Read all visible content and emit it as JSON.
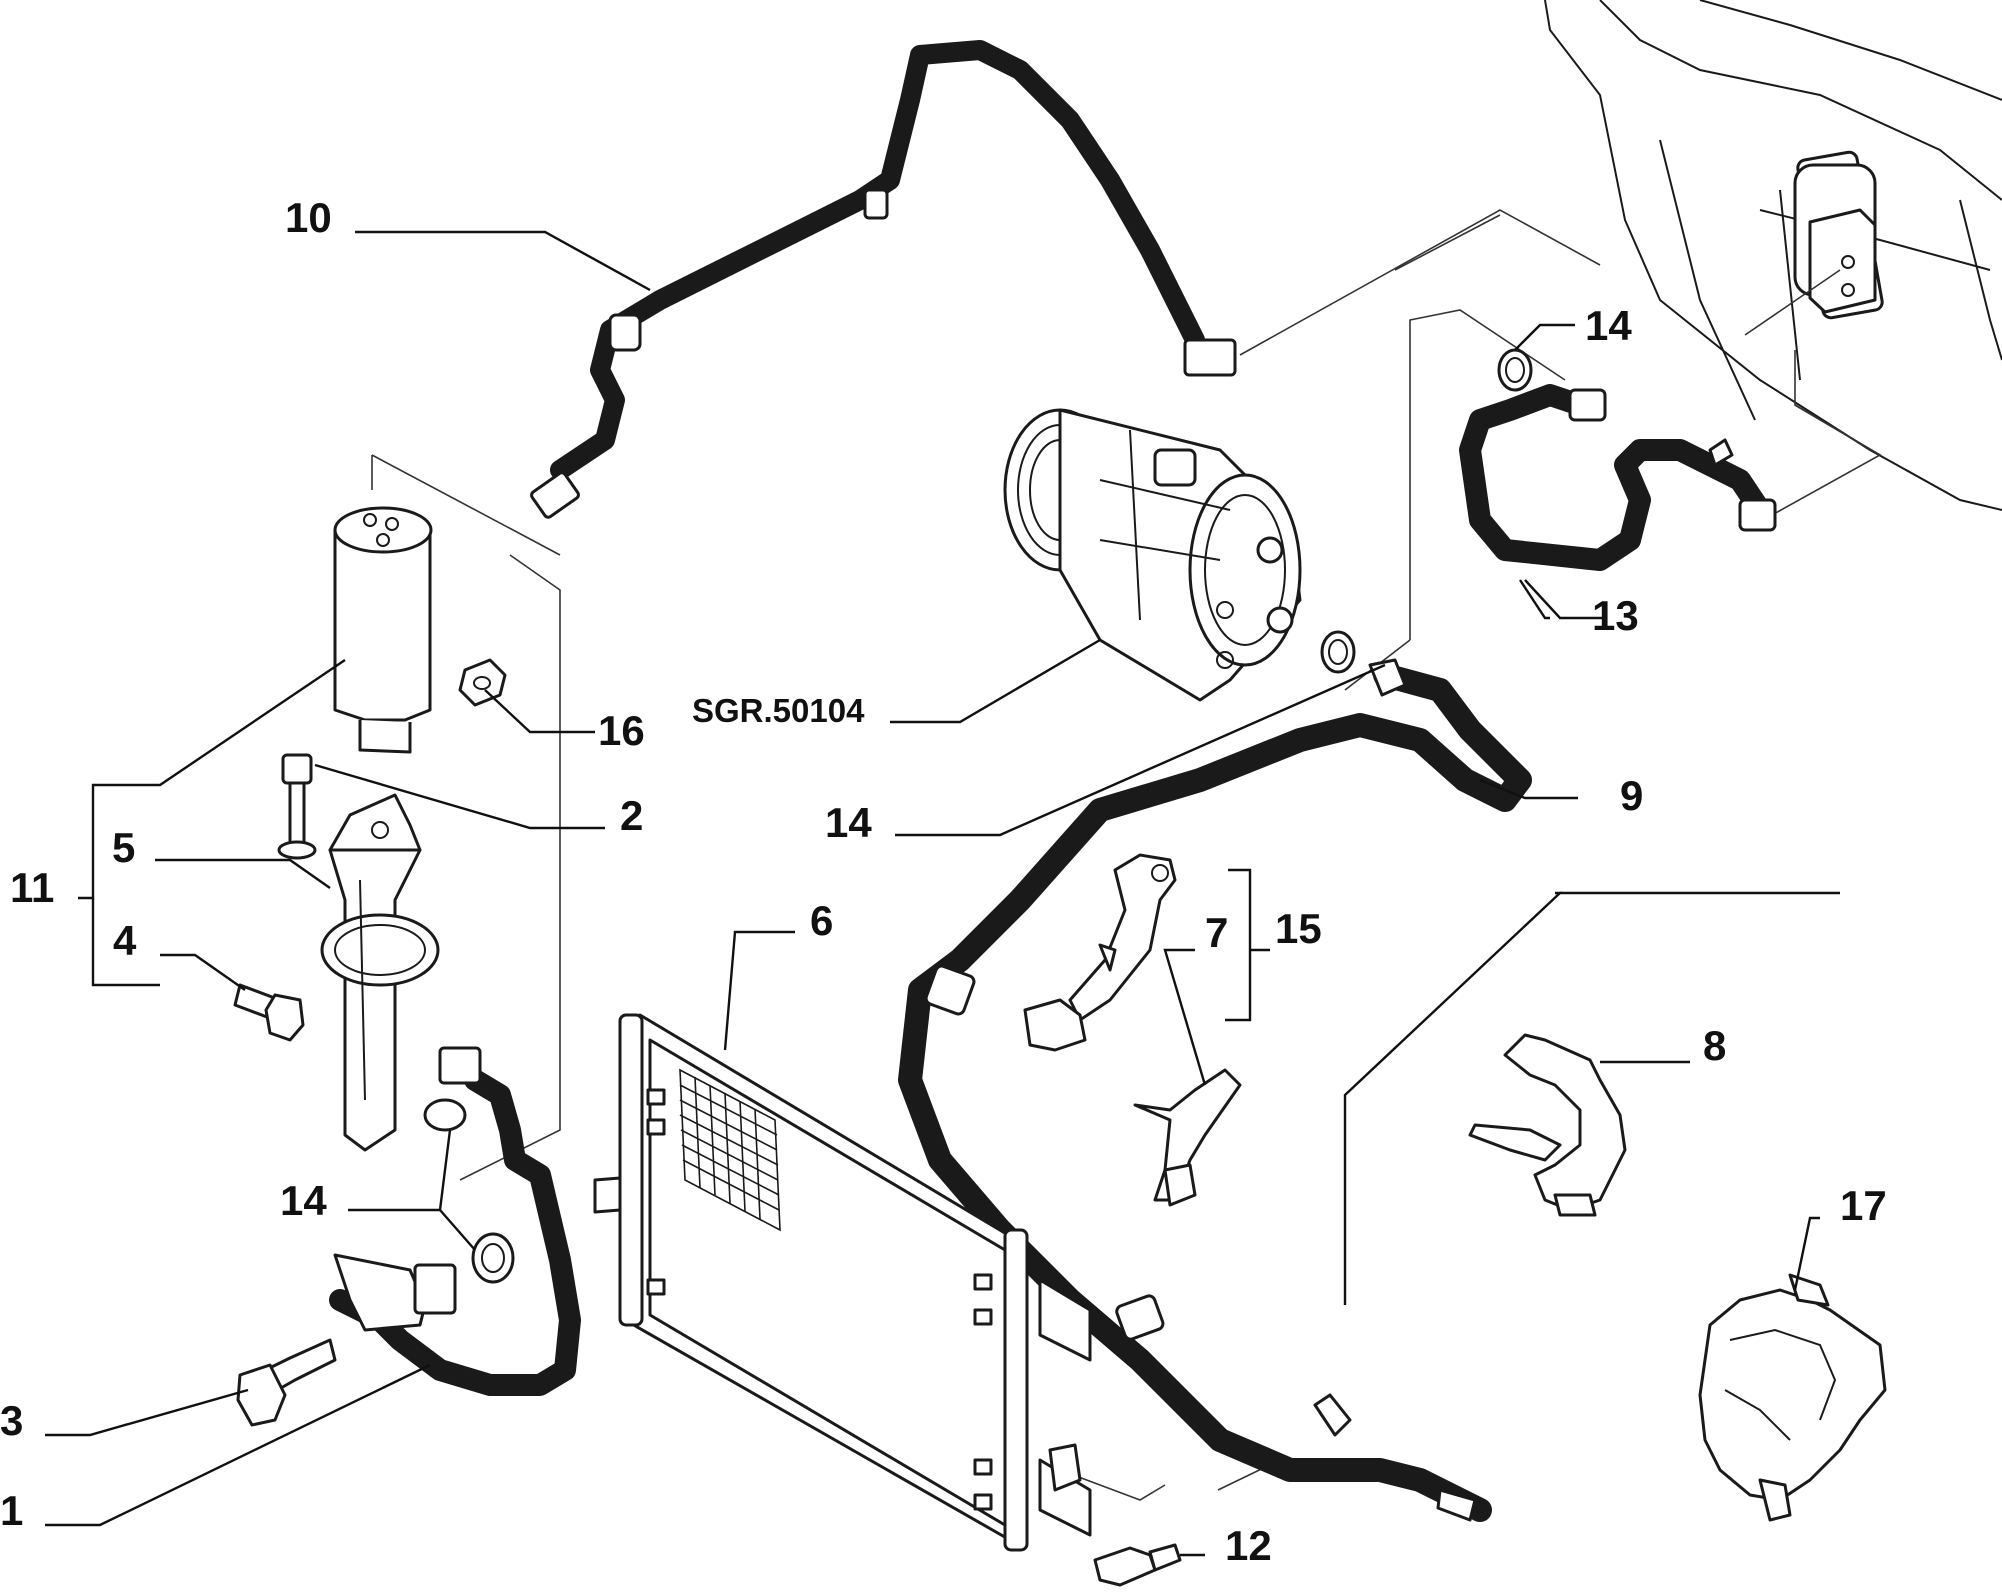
{
  "diagram": {
    "reference_code": "SGR.50104",
    "callouts": {
      "c1": "1",
      "c2": "2",
      "c3": "3",
      "c4": "4",
      "c5": "5",
      "c6": "6",
      "c7": "7",
      "c8": "8",
      "c9": "9",
      "c10": "10",
      "c11": "11",
      "c12": "12",
      "c13": "13",
      "c14a": "14",
      "c14b": "14",
      "c14c": "14",
      "c15": "15",
      "c16": "16",
      "c17": "17"
    }
  }
}
